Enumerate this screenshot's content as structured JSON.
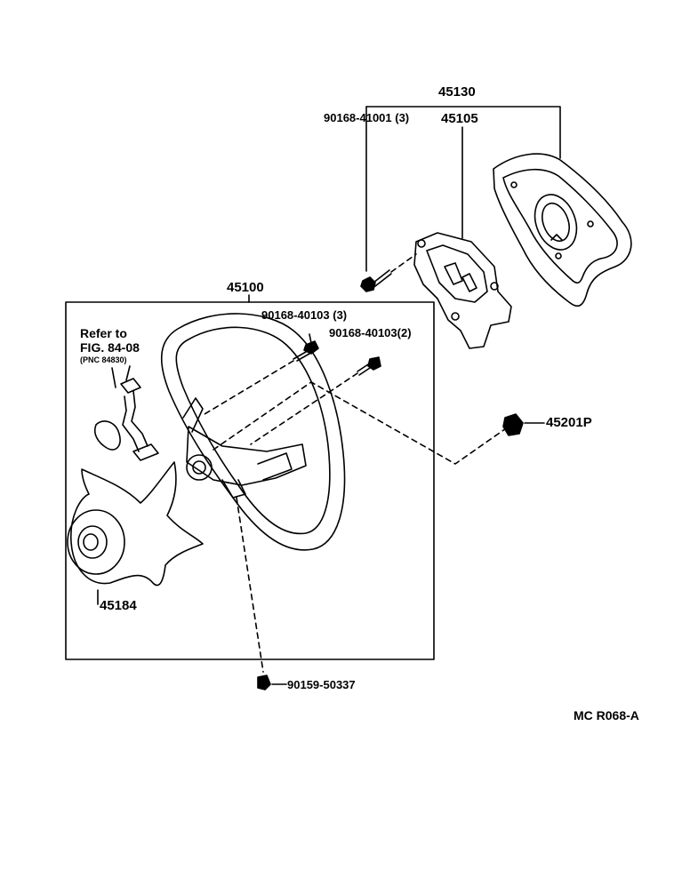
{
  "labels": {
    "assy_top": "45130",
    "bolt_top": "90168-41001 (3)",
    "pad": "45105",
    "wheel_assy": "45100",
    "screw_a": "90168-40103 (3)",
    "screw_b": "90168-40103(2)",
    "nut": "45201P",
    "cover": "45184",
    "bolt_bottom": "90159-50337"
  },
  "reference": {
    "line1": "Refer to",
    "line2": "FIG. 84-08",
    "line3": "(PNC 84830)"
  },
  "figure_code": "MC R068-A"
}
